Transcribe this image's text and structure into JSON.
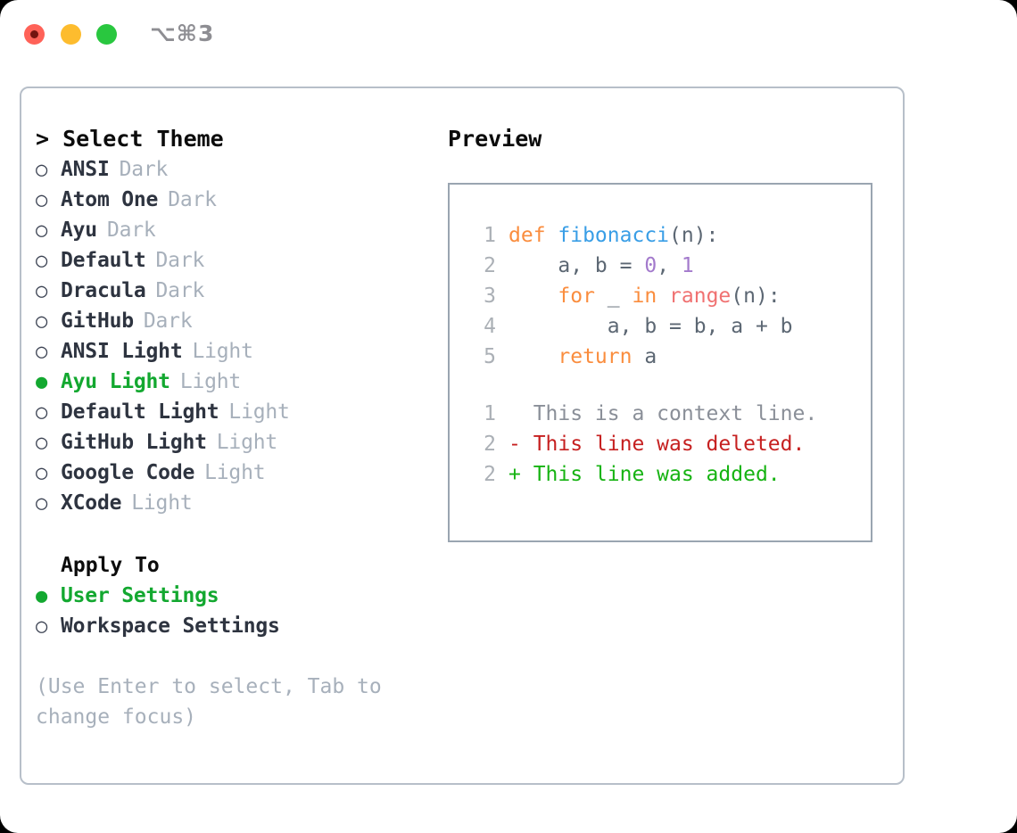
{
  "titlebar": {
    "shortcut": "⌥⌘3",
    "dots": [
      {
        "name": "close",
        "color": "#ff6258"
      },
      {
        "name": "minimize",
        "color": "#fdbc2e"
      },
      {
        "name": "maximize",
        "color": "#29c73f"
      }
    ]
  },
  "theme_picker": {
    "heading": "> Select Theme",
    "items": [
      {
        "marker": "○",
        "label": "ANSI",
        "tag": "Dark",
        "selected": false
      },
      {
        "marker": "○",
        "label": "Atom One",
        "tag": "Dark",
        "selected": false
      },
      {
        "marker": "○",
        "label": "Ayu",
        "tag": "Dark",
        "selected": false
      },
      {
        "marker": "○",
        "label": "Default",
        "tag": "Dark",
        "selected": false
      },
      {
        "marker": "○",
        "label": "Dracula",
        "tag": "Dark",
        "selected": false
      },
      {
        "marker": "○",
        "label": "GitHub",
        "tag": "Dark",
        "selected": false
      },
      {
        "marker": "○",
        "label": "ANSI Light",
        "tag": "Light",
        "selected": false
      },
      {
        "marker": "●",
        "label": "Ayu Light",
        "tag": "Light",
        "selected": true
      },
      {
        "marker": "○",
        "label": "Default Light",
        "tag": "Light",
        "selected": false
      },
      {
        "marker": "○",
        "label": "GitHub Light",
        "tag": "Light",
        "selected": false
      },
      {
        "marker": "○",
        "label": "Google Code",
        "tag": "Light",
        "selected": false
      },
      {
        "marker": "○",
        "label": "XCode",
        "tag": "Light",
        "selected": false
      }
    ]
  },
  "apply_to": {
    "heading": "Apply To",
    "options": [
      {
        "marker": "●",
        "label": "User Settings",
        "selected": true
      },
      {
        "marker": "○",
        "label": "Workspace Settings",
        "selected": false
      }
    ]
  },
  "hint": "(Use Enter to select, Tab to change focus)",
  "preview": {
    "title": "Preview",
    "code_lines": [
      {
        "lineno": "1",
        "tokens": [
          {
            "text": "def ",
            "type": "keyword"
          },
          {
            "text": "fibonacci",
            "type": "function"
          },
          {
            "text": "(n):",
            "type": "plain"
          }
        ]
      },
      {
        "lineno": "2",
        "tokens": [
          {
            "text": "    a, b = ",
            "type": "plain"
          },
          {
            "text": "0",
            "type": "number"
          },
          {
            "text": ", ",
            "type": "plain"
          },
          {
            "text": "1",
            "type": "number"
          }
        ]
      },
      {
        "lineno": "3",
        "tokens": [
          {
            "text": "    ",
            "type": "plain"
          },
          {
            "text": "for",
            "type": "keyword"
          },
          {
            "text": " _ ",
            "type": "plain"
          },
          {
            "text": "in",
            "type": "keyword"
          },
          {
            "text": " ",
            "type": "plain"
          },
          {
            "text": "range",
            "type": "builtin"
          },
          {
            "text": "(n):",
            "type": "plain"
          }
        ]
      },
      {
        "lineno": "4",
        "tokens": [
          {
            "text": "        a, b = b, a + b",
            "type": "plain"
          }
        ]
      },
      {
        "lineno": "5",
        "tokens": [
          {
            "text": "    ",
            "type": "plain"
          },
          {
            "text": "return",
            "type": "keyword"
          },
          {
            "text": " a",
            "type": "plain"
          }
        ]
      }
    ],
    "diff_lines": [
      {
        "lineno": "1",
        "text": "  This is a context line.",
        "type": "context"
      },
      {
        "lineno": "2",
        "text": "- This line was deleted.",
        "type": "deleted"
      },
      {
        "lineno": "2",
        "text": "+ This line was added.",
        "type": "added"
      }
    ]
  },
  "colors": {
    "accent_green": "#13a830",
    "keyword": "#fa8d3e",
    "function": "#399ee6",
    "number": "#a37acc",
    "builtin": "#f07171",
    "plain": "#5c6773",
    "line_number": "#abb0b6",
    "muted": "#a7b0bb",
    "diff_deleted": "#c62020",
    "diff_added": "#16b312",
    "border": "#b7bfc9"
  }
}
